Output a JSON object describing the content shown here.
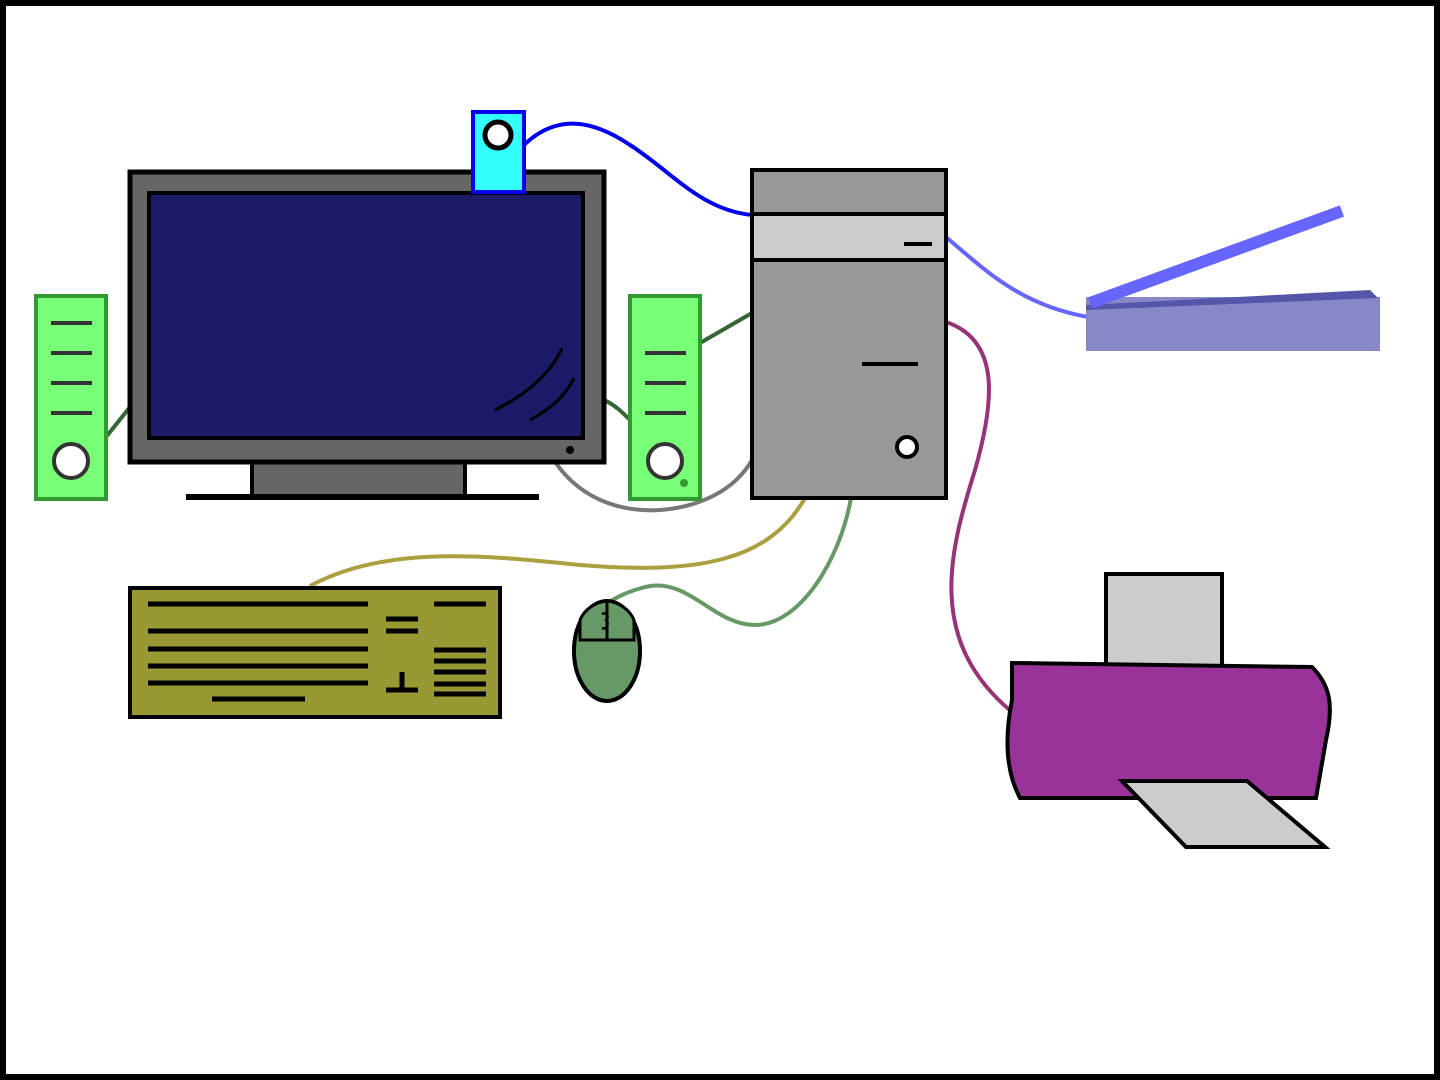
{
  "diagram": {
    "components": [
      {
        "id": "monitor",
        "icon": "monitor-icon"
      },
      {
        "id": "webcam",
        "icon": "webcam-icon"
      },
      {
        "id": "speaker-left",
        "icon": "speaker-icon"
      },
      {
        "id": "speaker-right",
        "icon": "speaker-icon"
      },
      {
        "id": "tower",
        "icon": "computer-tower-icon"
      },
      {
        "id": "scanner",
        "icon": "scanner-icon"
      },
      {
        "id": "printer",
        "icon": "printer-icon"
      },
      {
        "id": "keyboard",
        "icon": "keyboard-icon"
      },
      {
        "id": "mouse",
        "icon": "mouse-icon"
      }
    ],
    "connections": [
      {
        "from": "webcam",
        "to": "tower",
        "color": "#0000ee"
      },
      {
        "from": "scanner",
        "to": "tower",
        "color": "#6666ff"
      },
      {
        "from": "printer",
        "to": "tower",
        "color": "#993377"
      },
      {
        "from": "keyboard",
        "to": "tower",
        "color": "#aaa040"
      },
      {
        "from": "mouse",
        "to": "tower",
        "color": "#669966"
      },
      {
        "from": "speaker-right",
        "to": "tower",
        "color": "#336633"
      },
      {
        "from": "monitor",
        "to": "tower",
        "color": "#777777"
      },
      {
        "from": "speaker-left",
        "to": "monitor",
        "color": "#336633"
      }
    ],
    "colors": {
      "monitor_frame": "#666666",
      "monitor_screen": "#1a1a66",
      "webcam": "#33ffff",
      "speaker": "#77ff77",
      "tower": "#999999",
      "tower_bay": "#cccccc",
      "scanner": "#8888c8",
      "printer": "#993399",
      "paper": "#cccccc",
      "keyboard": "#999933",
      "mouse": "#669966"
    }
  }
}
